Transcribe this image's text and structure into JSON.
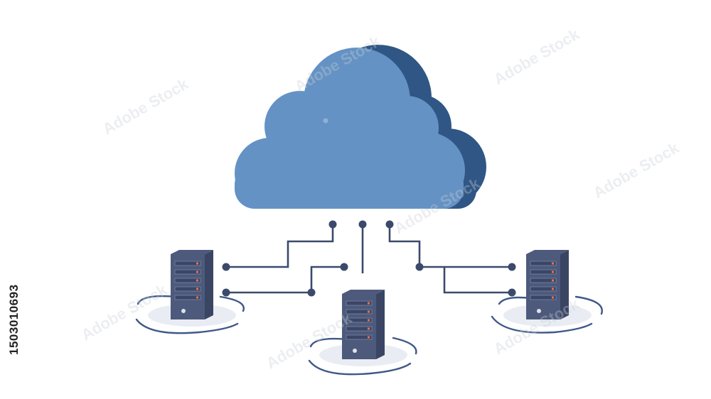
{
  "stock_id": "1503010693",
  "watermark": "Adobe Stock",
  "colors": {
    "cloud_front": "#6592c4",
    "cloud_back": "#2f5684",
    "line": "#3b4a6b",
    "server_body": "#4d5a7c",
    "server_side": "#3a4563",
    "server_slot": "#3b4566",
    "server_led": "#e5734a",
    "ring": "#3f5888",
    "shadow": "#e9edf3"
  },
  "diagram": {
    "nodes": [
      "cloud-storage",
      "server-left",
      "server-center",
      "server-right"
    ],
    "connections": [
      [
        "cloud-storage",
        "server-left"
      ],
      [
        "cloud-storage",
        "server-center"
      ],
      [
        "cloud-storage",
        "server-right"
      ]
    ]
  }
}
